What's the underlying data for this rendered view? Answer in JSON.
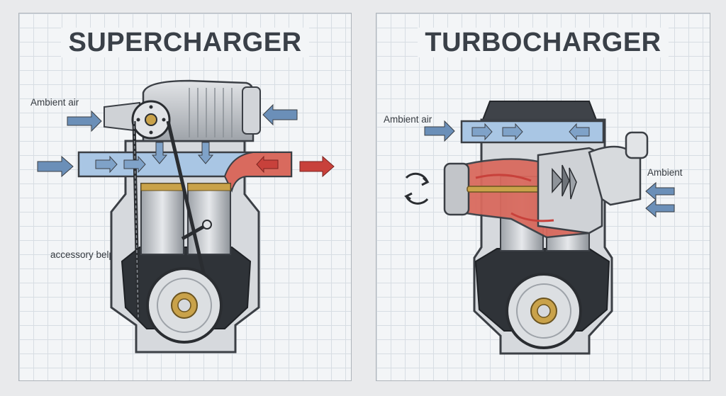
{
  "supercharger": {
    "title": "SUPERCHARGER",
    "label_ambient_air": "Ambient air",
    "label_belt": "accessory belp"
  },
  "turbocharger": {
    "title": "TURBOCHARGER",
    "label_ambient_air": "Ambient air",
    "label_ambient": "Ambient"
  },
  "colors": {
    "intake_blue": "#6b8fb8",
    "intake_fill": "#a9c6e4",
    "exhaust_red": "#c8413b",
    "exhaust_fill": "#d96a5e",
    "metal": "#c9ccd0",
    "dark_metal": "#3b3f45",
    "brass": "#c9a24a"
  }
}
